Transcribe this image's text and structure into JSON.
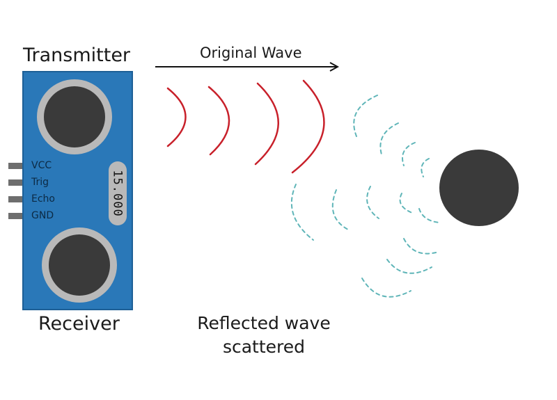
{
  "labels": {
    "transmitter": "Transmitter",
    "receiver": "Receiver",
    "original_wave": "Original Wave",
    "reflected_wave": "Reflected wave scattered"
  },
  "sensor": {
    "pins": [
      "VCC",
      "Trig",
      "Echo",
      "GND"
    ],
    "readout": "15.000"
  },
  "colors": {
    "board": "#2a78b8",
    "board_edge": "#1d5f96",
    "transducer_ring": "#b9b9b9",
    "transducer_core": "#3a3a3a",
    "pin": "#6e6e6e",
    "original_wave": "#c8202a",
    "reflected_wave": "#5fb5b8",
    "object": "#3a3a3a"
  }
}
